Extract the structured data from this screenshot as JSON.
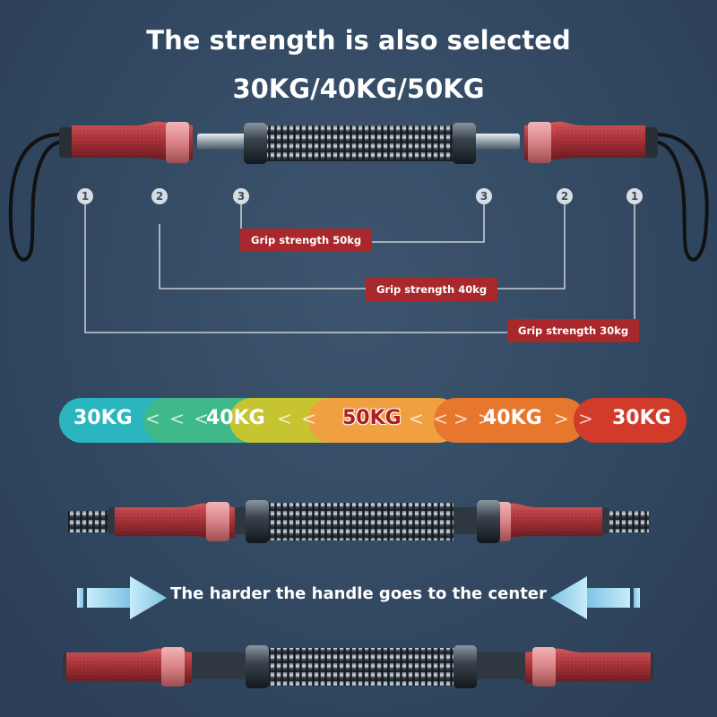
{
  "heading": {
    "line1": "The strength is also selected",
    "line2": "30KG/40KG/50KG"
  },
  "markers": [
    "1",
    "2",
    "3",
    "3",
    "2",
    "1"
  ],
  "grip_tags": [
    "Grip strength 50kg",
    "Grip strength 40kg",
    "Grip strength 30kg"
  ],
  "scale": {
    "labels": [
      "30KG",
      "40KG",
      "50KG",
      "40KG",
      "30KG"
    ],
    "chevrons": [
      "< < <",
      "< <",
      "< <",
      "> >",
      "> >",
      "> >"
    ],
    "colors": [
      "#2bb5bf",
      "#3fb98a",
      "#c6c531",
      "#f0a040",
      "#e8772e",
      "#d23a2a"
    ]
  },
  "caption": "The harder the handle goes to the center",
  "colors": {
    "handle_red": "#b0363c",
    "spring_dark": "#1f262d",
    "arrow_blue": "#a9d8ef",
    "tag_red": "#a8282c"
  }
}
